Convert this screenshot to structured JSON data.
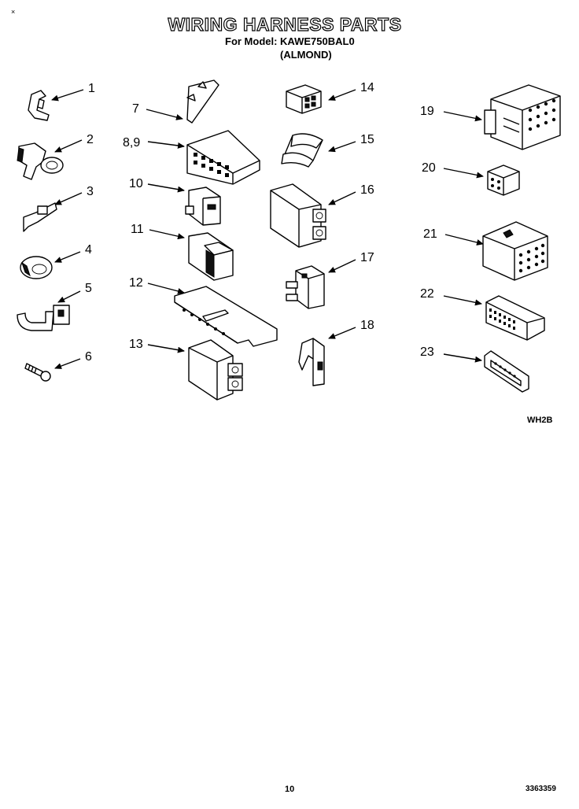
{
  "header": {
    "corner_mark": "×",
    "title": "WIRING HARNESS PARTS",
    "model_line": "For Model: KAWE750BAL0",
    "color_line": "(ALMOND)"
  },
  "parts": [
    {
      "label": "1",
      "icon": "wire-clip-icon"
    },
    {
      "label": "2",
      "icon": "cable-clamp-icon"
    },
    {
      "label": "3",
      "icon": "wire-tie-icon"
    },
    {
      "label": "4",
      "icon": "grommet-icon"
    },
    {
      "label": "5",
      "icon": "strap-clamp-icon"
    },
    {
      "label": "6",
      "icon": "screw-icon"
    },
    {
      "label": "7",
      "icon": "retainer-clip-icon"
    },
    {
      "label": "8,9",
      "icon": "multi-pin-connector-icon"
    },
    {
      "label": "10",
      "icon": "small-connector-icon"
    },
    {
      "label": "11",
      "icon": "plug-housing-icon"
    },
    {
      "label": "12",
      "icon": "terminal-block-icon"
    },
    {
      "label": "13",
      "icon": "two-pin-housing-icon"
    },
    {
      "label": "14",
      "icon": "three-pin-connector-icon"
    },
    {
      "label": "15",
      "icon": "wire-sleeve-icon"
    },
    {
      "label": "16",
      "icon": "two-pin-housing-icon"
    },
    {
      "label": "17",
      "icon": "terminal-connector-icon"
    },
    {
      "label": "18",
      "icon": "hook-connector-icon"
    },
    {
      "label": "19",
      "icon": "large-connector-icon"
    },
    {
      "label": "20",
      "icon": "six-pin-connector-icon"
    },
    {
      "label": "21",
      "icon": "twelve-pin-connector-icon"
    },
    {
      "label": "22",
      "icon": "ribbon-connector-icon"
    },
    {
      "label": "23",
      "icon": "d-sub-connector-icon"
    }
  ],
  "footer": {
    "code": "WH2B",
    "page_number": "10",
    "doc_number": "3363359"
  }
}
